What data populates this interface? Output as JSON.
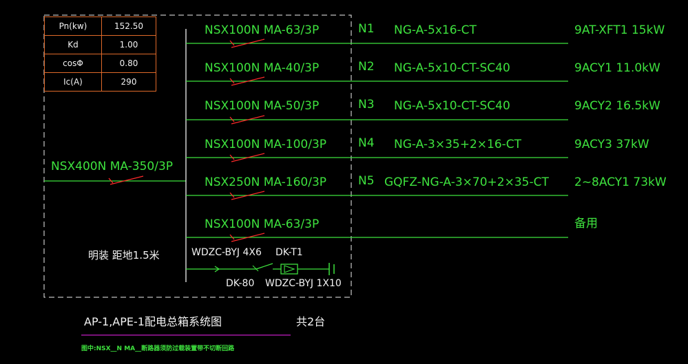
{
  "params": [
    {
      "label": "Pn(kw)",
      "value": "152.50"
    },
    {
      "label": "Kd",
      "value": "1.00"
    },
    {
      "label": "cosΦ",
      "value": "0.80"
    },
    {
      "label": "Ic(A)",
      "value": "290"
    }
  ],
  "incoming": {
    "breaker": "NSX400N MA-350/3P"
  },
  "circuits": [
    {
      "breaker": "NSX100N MA-63/3P",
      "id": "N1",
      "cable": "NG-A-5x16-CT",
      "load": "9AT-XFT1 15kW"
    },
    {
      "breaker": "NSX100N MA-40/3P",
      "id": "N2",
      "cable": "NG-A-5x10-CT-SC40",
      "load": "9ACY1 11.0kW"
    },
    {
      "breaker": "NSX100N MA-50/3P",
      "id": "N3",
      "cable": "NG-A-5x10-CT-SC40",
      "load": "9ACY2 16.5kW"
    },
    {
      "breaker": "NSX100N MA-100/3P",
      "id": "N4",
      "cable": "NG-A-3×35+2×16-CT",
      "load": "9ACY3 37kW"
    },
    {
      "breaker": "NSX250N MA-160/3P",
      "id": "N5",
      "cable": "GQFZ-NG-A-3×70+2×35-CT",
      "load": "2~8ACY1 73kW"
    },
    {
      "breaker": "NSX100N MA-63/3P",
      "id": "",
      "cable": "",
      "load": "备用"
    }
  ],
  "surge": {
    "cable_top": "WDZC-BYJ 4X6",
    "device": "DK-T1",
    "switch": "DK-80",
    "cable_bottom": "WDZC-BYJ 1X10"
  },
  "install_note": "明装 距地1.5米",
  "title": "AP-1,APE-1配电总箱系统图",
  "count": "共2台",
  "footnote": "图中:NSX__N MA__断路器须防过载装置带不切断回路",
  "colors": {
    "line": "#3ee23e",
    "breaker": "#ff2a2a",
    "border": "#f2f2f2",
    "table": "#e06a2a",
    "title_line": "#c41ec4"
  }
}
